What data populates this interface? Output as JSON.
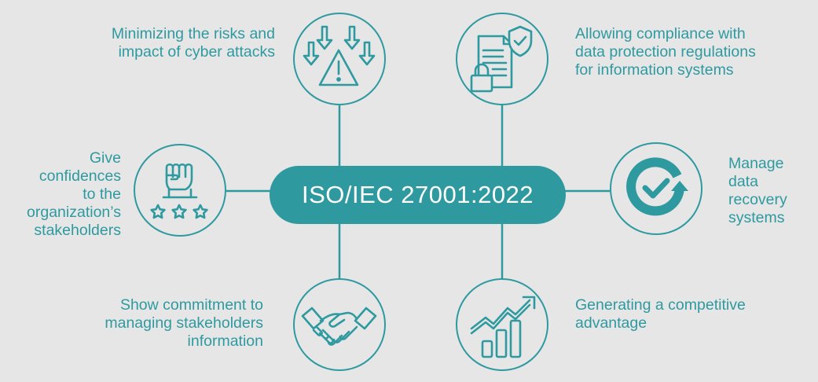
{
  "colors": {
    "accent": "#2e9aa0",
    "background": "#e6e6e6",
    "center_text": "#ffffff"
  },
  "center": {
    "title": "ISO/IEC 27001:2022"
  },
  "benefits": {
    "risk": {
      "label_lines": [
        "Minimizing the risks and",
        "impact of cyber attacks"
      ],
      "icon": "warning-arrows-icon"
    },
    "compliance": {
      "label_lines": [
        "Allowing compliance with",
        "data protection regulations",
        "for information systems"
      ],
      "icon": "document-lock-shield-icon"
    },
    "confidence": {
      "label_lines": [
        "Give",
        "confidences",
        "to the",
        "organization’s",
        "stakeholders"
      ],
      "icon": "fist-stars-icon"
    },
    "recovery": {
      "label_lines": [
        "Manage",
        "data",
        "recovery",
        "systems"
      ],
      "icon": "circular-check-icon"
    },
    "commitment": {
      "label_lines": [
        "Show commitment to",
        "managing stakeholders",
        "information"
      ],
      "icon": "handshake-icon"
    },
    "advantage": {
      "label_lines": [
        "Generating a competitive",
        "advantage"
      ],
      "icon": "growth-chart-icon"
    }
  }
}
